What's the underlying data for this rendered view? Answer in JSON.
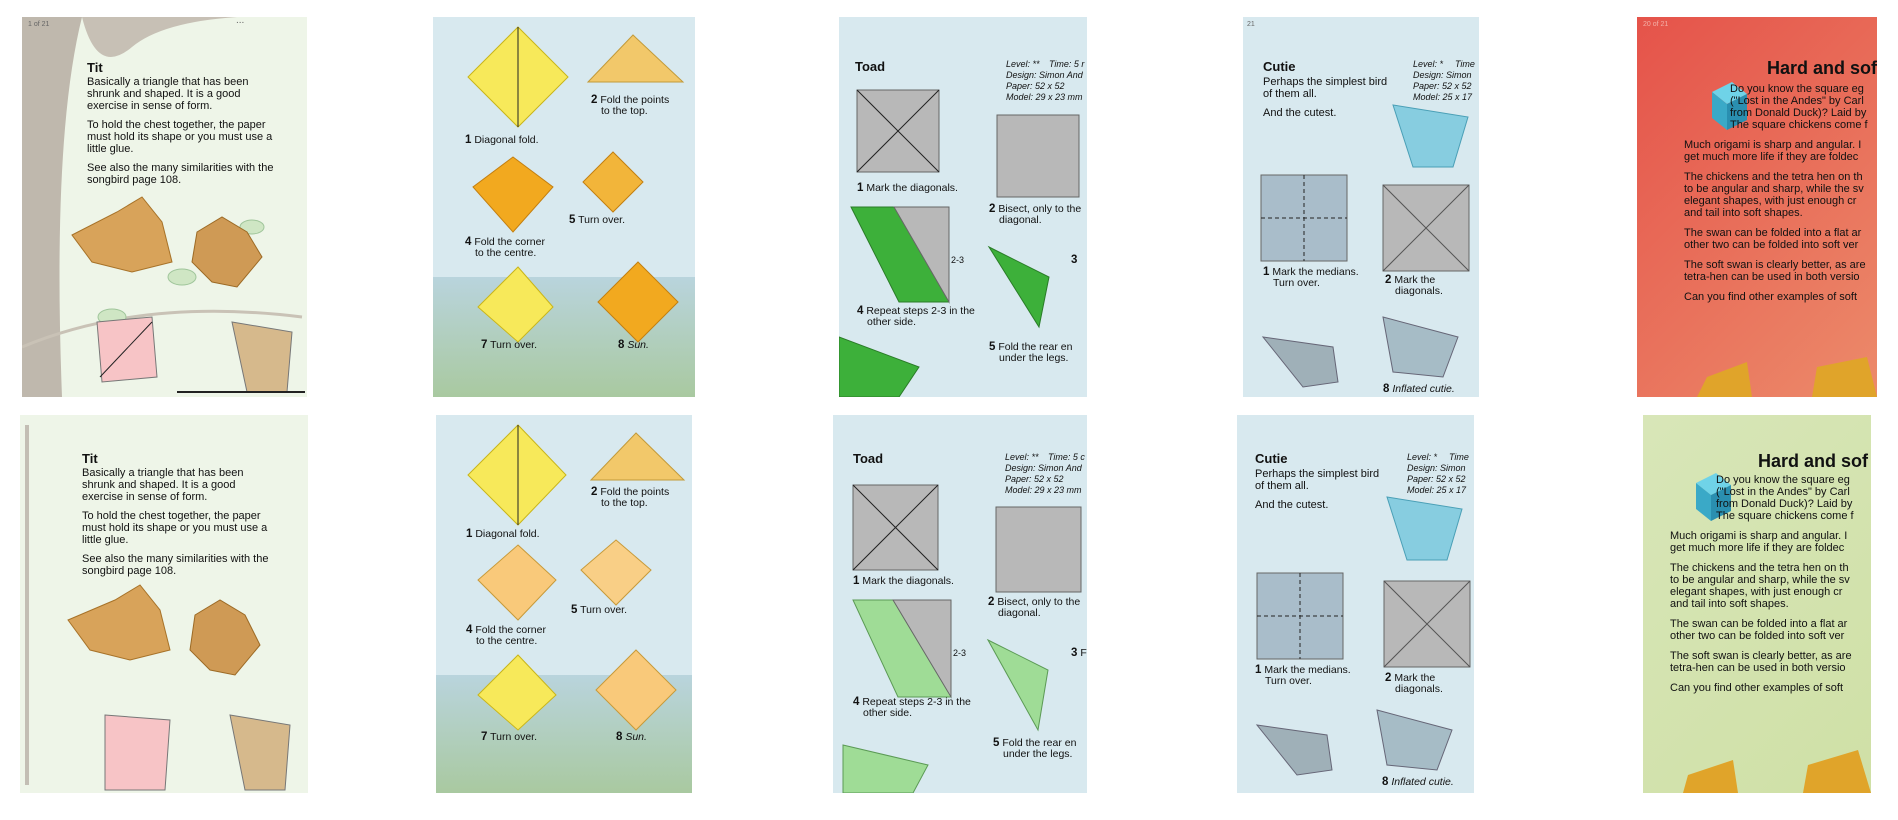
{
  "tit": {
    "title": "Tit",
    "paras": [
      "Basically a triangle that has been",
      "shrunk and shaped. It is a good",
      "exercise in sense of form.",
      "To hold the chest together, the paper",
      "must hold its shape or you must use a",
      "little glue.",
      "See also the many similarities with the",
      "songbird page 108."
    ],
    "page_indicator": "1 of 21",
    "menu_dots": "..."
  },
  "sun": {
    "s1_num": "1",
    "s1": "Diagonal fold.",
    "s2_num": "2",
    "s2a": "Fold the points",
    "s2b": "to the top.",
    "s4_num": "4",
    "s4a": "Fold the corner",
    "s4b": "to the centre.",
    "s5_num": "5",
    "s5": "Turn over.",
    "s7_num": "7",
    "s7": "Turn over.",
    "s8_num": "8",
    "s8": "Sun."
  },
  "toad": {
    "title": "Toad",
    "level": "Level: **",
    "time": "Time: 5 r",
    "time_b": "Time: 5 c",
    "design": "Design: Simon And",
    "paper": "Paper: 52 x 52",
    "model": "Model: 29 x 23 mm",
    "s1_num": "1",
    "s1": "Mark the diagonals.",
    "s2_num": "2",
    "s2a": "Bisect, only to the",
    "s2b": "diagonal.",
    "s3_num": "3",
    "s3b": "F",
    "s23": "2-3",
    "s4_num": "4",
    "s4a": "Repeat steps 2-3 in the",
    "s4b": "other side.",
    "s5_num": "5",
    "s5a": "Fold the rear en",
    "s5b": "under the legs."
  },
  "cutie": {
    "title": "Cutie",
    "p1": "Perhaps the simplest bird",
    "p2": "of them all.",
    "p3": "And the cutest.",
    "level": "Level: *",
    "time": "Time",
    "design": "Design: Simon",
    "paper": "Paper: 52 x 52",
    "model_top": "Model: 25 x 17",
    "model_bottom": "Model: 25 x 17",
    "s1_num": "1",
    "s1a": "Mark the medians.",
    "s1b": "Turn over.",
    "s2_num": "2",
    "s2a": "Mark the",
    "s2b": "diagonals.",
    "s8_num": "8",
    "s8": "Inflated cutie.",
    "page_indicator": "21"
  },
  "hard": {
    "title": "Hard and sof",
    "l1": "Do you know the square eg",
    "l2": "(\"Lost in the Andes\" by Carl",
    "l3": "from Donald Duck)? Laid by",
    "l4": "The square chickens come f",
    "l5": "Much origami is sharp and angular. I",
    "l6": "get much more life if they are foldec",
    "l7": "The chickens and the tetra hen on th",
    "l8": "to be angular and sharp, while the sv",
    "l9": "elegant shapes, with just enough cr",
    "l10": "and tail into soft shapes.",
    "l11": "The swan can be folded into a flat ar",
    "l12": "other two can be folded into soft ver",
    "l13": "The soft swan is clearly better, as are",
    "l14": "tetra-hen can be used in both versio",
    "l15": "Can you find other examples of soft",
    "page_indicator": "20 of 21"
  },
  "colors": {
    "sky": "#d8e9ef",
    "tit_bg": "#eef5e8",
    "yellow": "#f7e95a",
    "orange": "#f2a91f",
    "green": "#3db03a",
    "gray": "#b8b8b8",
    "red_bg": "#e5534a",
    "lime_bg": "#d8e6b8"
  }
}
